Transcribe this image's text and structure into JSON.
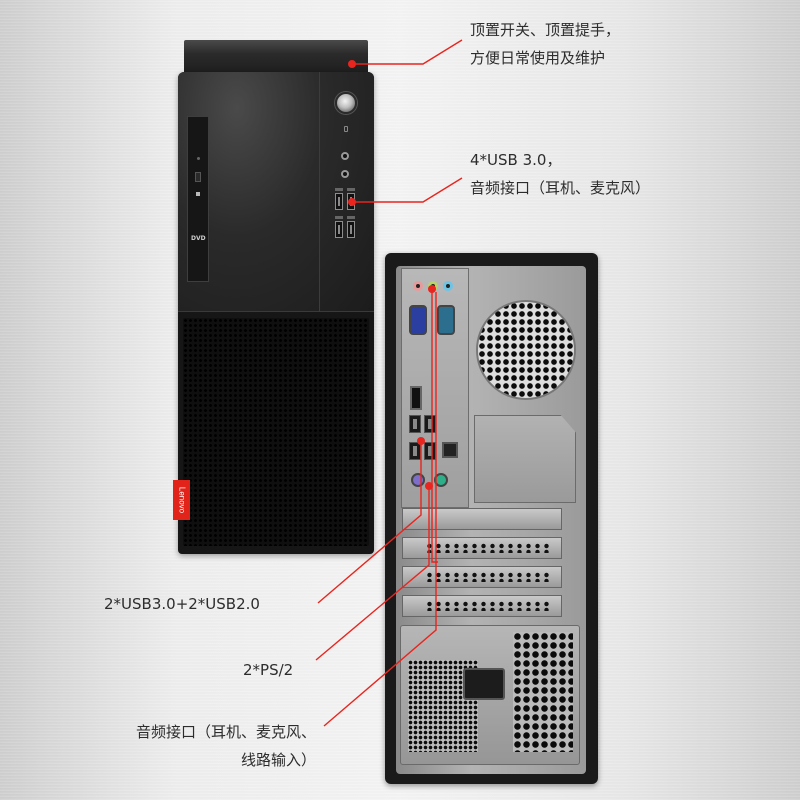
{
  "brand": {
    "name": "Lenovo",
    "badge_color": "#e2231a",
    "accent_line_color": "#e8251f"
  },
  "front_view": {
    "optical_drive_logo": "DVD"
  },
  "callouts": {
    "top": {
      "line1": "顶置开关、顶置提手，",
      "line2": "方便日常使用及维护"
    },
    "front_io": {
      "line1": "4*USB 3.0，",
      "line2": "音频接口（耳机、麦克风）"
    },
    "rear_usb": {
      "line1": "2*USB3.0+2*USB2.0"
    },
    "rear_ps2": {
      "line1": "2*PS/2"
    },
    "rear_audio": {
      "line1": "音频接口（耳机、麦克风、",
      "line2": "线路输入）"
    }
  },
  "rear_view": {
    "audio_jack_colors": [
      "#e89a9a",
      "#b9d36a",
      "#6cc4e6"
    ],
    "ps2_colors": [
      "#7d6fc9",
      "#2fae8a"
    ]
  }
}
